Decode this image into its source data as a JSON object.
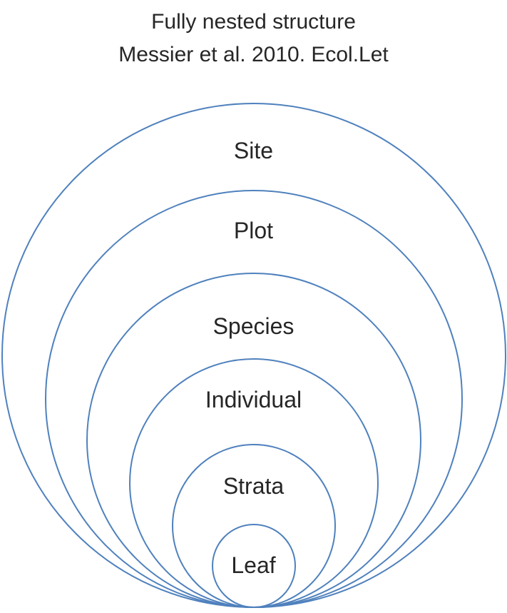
{
  "title": {
    "line1": "Fully nested structure",
    "line2": "Messier et al. 2010. Ecol.Let"
  },
  "diagram": {
    "type": "nested-circles",
    "description": "Fully nested sampling hierarchy shown as internally tangent circles, largest to smallest",
    "levels": [
      {
        "label": "Site",
        "order": 1
      },
      {
        "label": "Plot",
        "order": 2
      },
      {
        "label": "Species",
        "order": 3
      },
      {
        "label": "Individual",
        "order": 4
      },
      {
        "label": "Strata",
        "order": 5
      },
      {
        "label": "Leaf",
        "order": 6
      }
    ]
  },
  "colors": {
    "circle_stroke": "#4f81bd",
    "text": "#262626",
    "background": "#ffffff"
  }
}
